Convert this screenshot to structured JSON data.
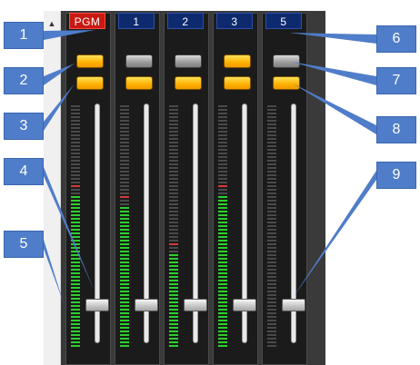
{
  "channels": [
    {
      "label": "PGM",
      "style": "pgm",
      "button_top": "amber",
      "button_bottom": "amber",
      "meter_level": 0.63,
      "fader_position": 0.16
    },
    {
      "label": "1",
      "style": "ch",
      "button_top": "gray",
      "button_bottom": "amber",
      "meter_level": 0.58,
      "fader_position": 0.16
    },
    {
      "label": "2",
      "style": "ch",
      "button_top": "gray",
      "button_bottom": "amber",
      "meter_level": 0.39,
      "fader_position": 0.16
    },
    {
      "label": "3",
      "style": "ch",
      "button_top": "amber",
      "button_bottom": "amber",
      "meter_level": 0.62,
      "fader_position": 0.16
    },
    {
      "label": "5",
      "style": "ch",
      "button_top": "gray",
      "button_bottom": "amber",
      "meter_level": 0.0,
      "fader_position": 0.16
    }
  ],
  "callouts": [
    {
      "number": "1"
    },
    {
      "number": "2"
    },
    {
      "number": "3"
    },
    {
      "number": "4"
    },
    {
      "number": "5"
    },
    {
      "number": "6"
    },
    {
      "number": "7"
    },
    {
      "number": "8"
    },
    {
      "number": "9"
    }
  ],
  "colors": {
    "meter_green": "#2bd12b",
    "meter_red": "#d33a3a",
    "meter_off": "#4a4a4a",
    "callout_fill": "#4f7dc9",
    "callout_line": "#4f7dc9"
  },
  "icons": {
    "scroll_up": "triangle-up-icon"
  },
  "scroll_up_glyph": "▲"
}
